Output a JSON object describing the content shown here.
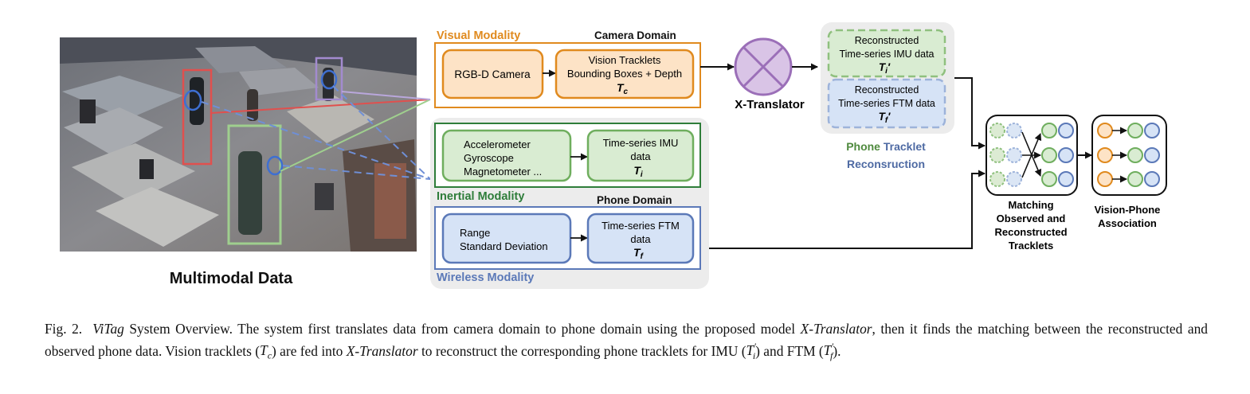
{
  "left": {
    "title": "Multimodal Data"
  },
  "visual": {
    "modality_label": "Visual Modality",
    "domain_label": "Camera Domain",
    "camera_box": "RGB-D Camera",
    "tracklets_line1": "Vision Tracklets",
    "tracklets_line2": "Bounding Boxes + Depth",
    "tracklets_sym": "T",
    "tracklets_sub": "c"
  },
  "inertial": {
    "modality_label": "Inertial Modality",
    "domain_label": "Phone Domain",
    "sensors_line1": "Accelerometer",
    "sensors_line2": "Gyroscope",
    "sensors_line3": "Magnetometer ...",
    "imu_line1": "Time-series IMU",
    "imu_line2": "data",
    "imu_sym": "T",
    "imu_sub": "i"
  },
  "wireless": {
    "modality_label": "Wireless Modality",
    "range_line1": "Range",
    "range_line2": "Standard Deviation",
    "ftm_line1": "Time-series FTM",
    "ftm_line2": "data",
    "ftm_sym": "T",
    "ftm_sub": "f"
  },
  "translator": {
    "label": "X-Translator"
  },
  "reconstruction": {
    "imu_line1": "Reconstructed",
    "imu_line2": "Time-series IMU data",
    "imu_sym": "T",
    "imu_sub": "i",
    "imu_prime": "′",
    "ftm_line1": "Reconstructed",
    "ftm_line2": "Time-series FTM data",
    "ftm_sym": "T",
    "ftm_sub": "f",
    "ftm_prime": "′",
    "title_word1": "Phone",
    "title_word2": "Tracklet",
    "title_line2": "Reconsruction"
  },
  "matching": {
    "line1": "Matching",
    "line2": "Observed and",
    "line3": "Reconstructed",
    "line4": "Tracklets"
  },
  "association": {
    "line1": "Vision-Phone",
    "line2": "Association"
  },
  "caption": {
    "fig": "Fig. 2.",
    "vitag": "ViTag",
    "text1": " System Overview. The system first translates data from camera domain to phone domain using the proposed model ",
    "xtrans1": "X-Translator",
    "text2": ", then it finds the matching between the reconstructed and observed phone data. Vision tracklets (",
    "tc_sym": "T",
    "tc_sub": "c",
    "text3": ") are fed into ",
    "xtrans2": "X-Translator",
    "text4": " to reconstruct the corresponding phone tracklets for IMU (",
    "ti_sym": "T",
    "ti_prime": "′",
    "ti_sub": "i",
    "text5": ") and FTM (",
    "tf_sym": "T",
    "tf_prime": "′",
    "tf_sub": "f",
    "text6": ")."
  },
  "colors": {
    "visual_orange": "#e08a1e",
    "orange_fill": "#fde3c6",
    "inertial_green": "#2e7d3a",
    "green_fill": "#d9ecd2",
    "wireless_blue": "#5b79b8",
    "blue_fill": "#d6e3f6",
    "translator_purple": "#9b6fb8",
    "translator_fill": "#d9c4e6",
    "panel_gray": "#ececec",
    "recon_title_green": "#4f8a3e",
    "recon_title_blue": "#4e6aa3"
  }
}
